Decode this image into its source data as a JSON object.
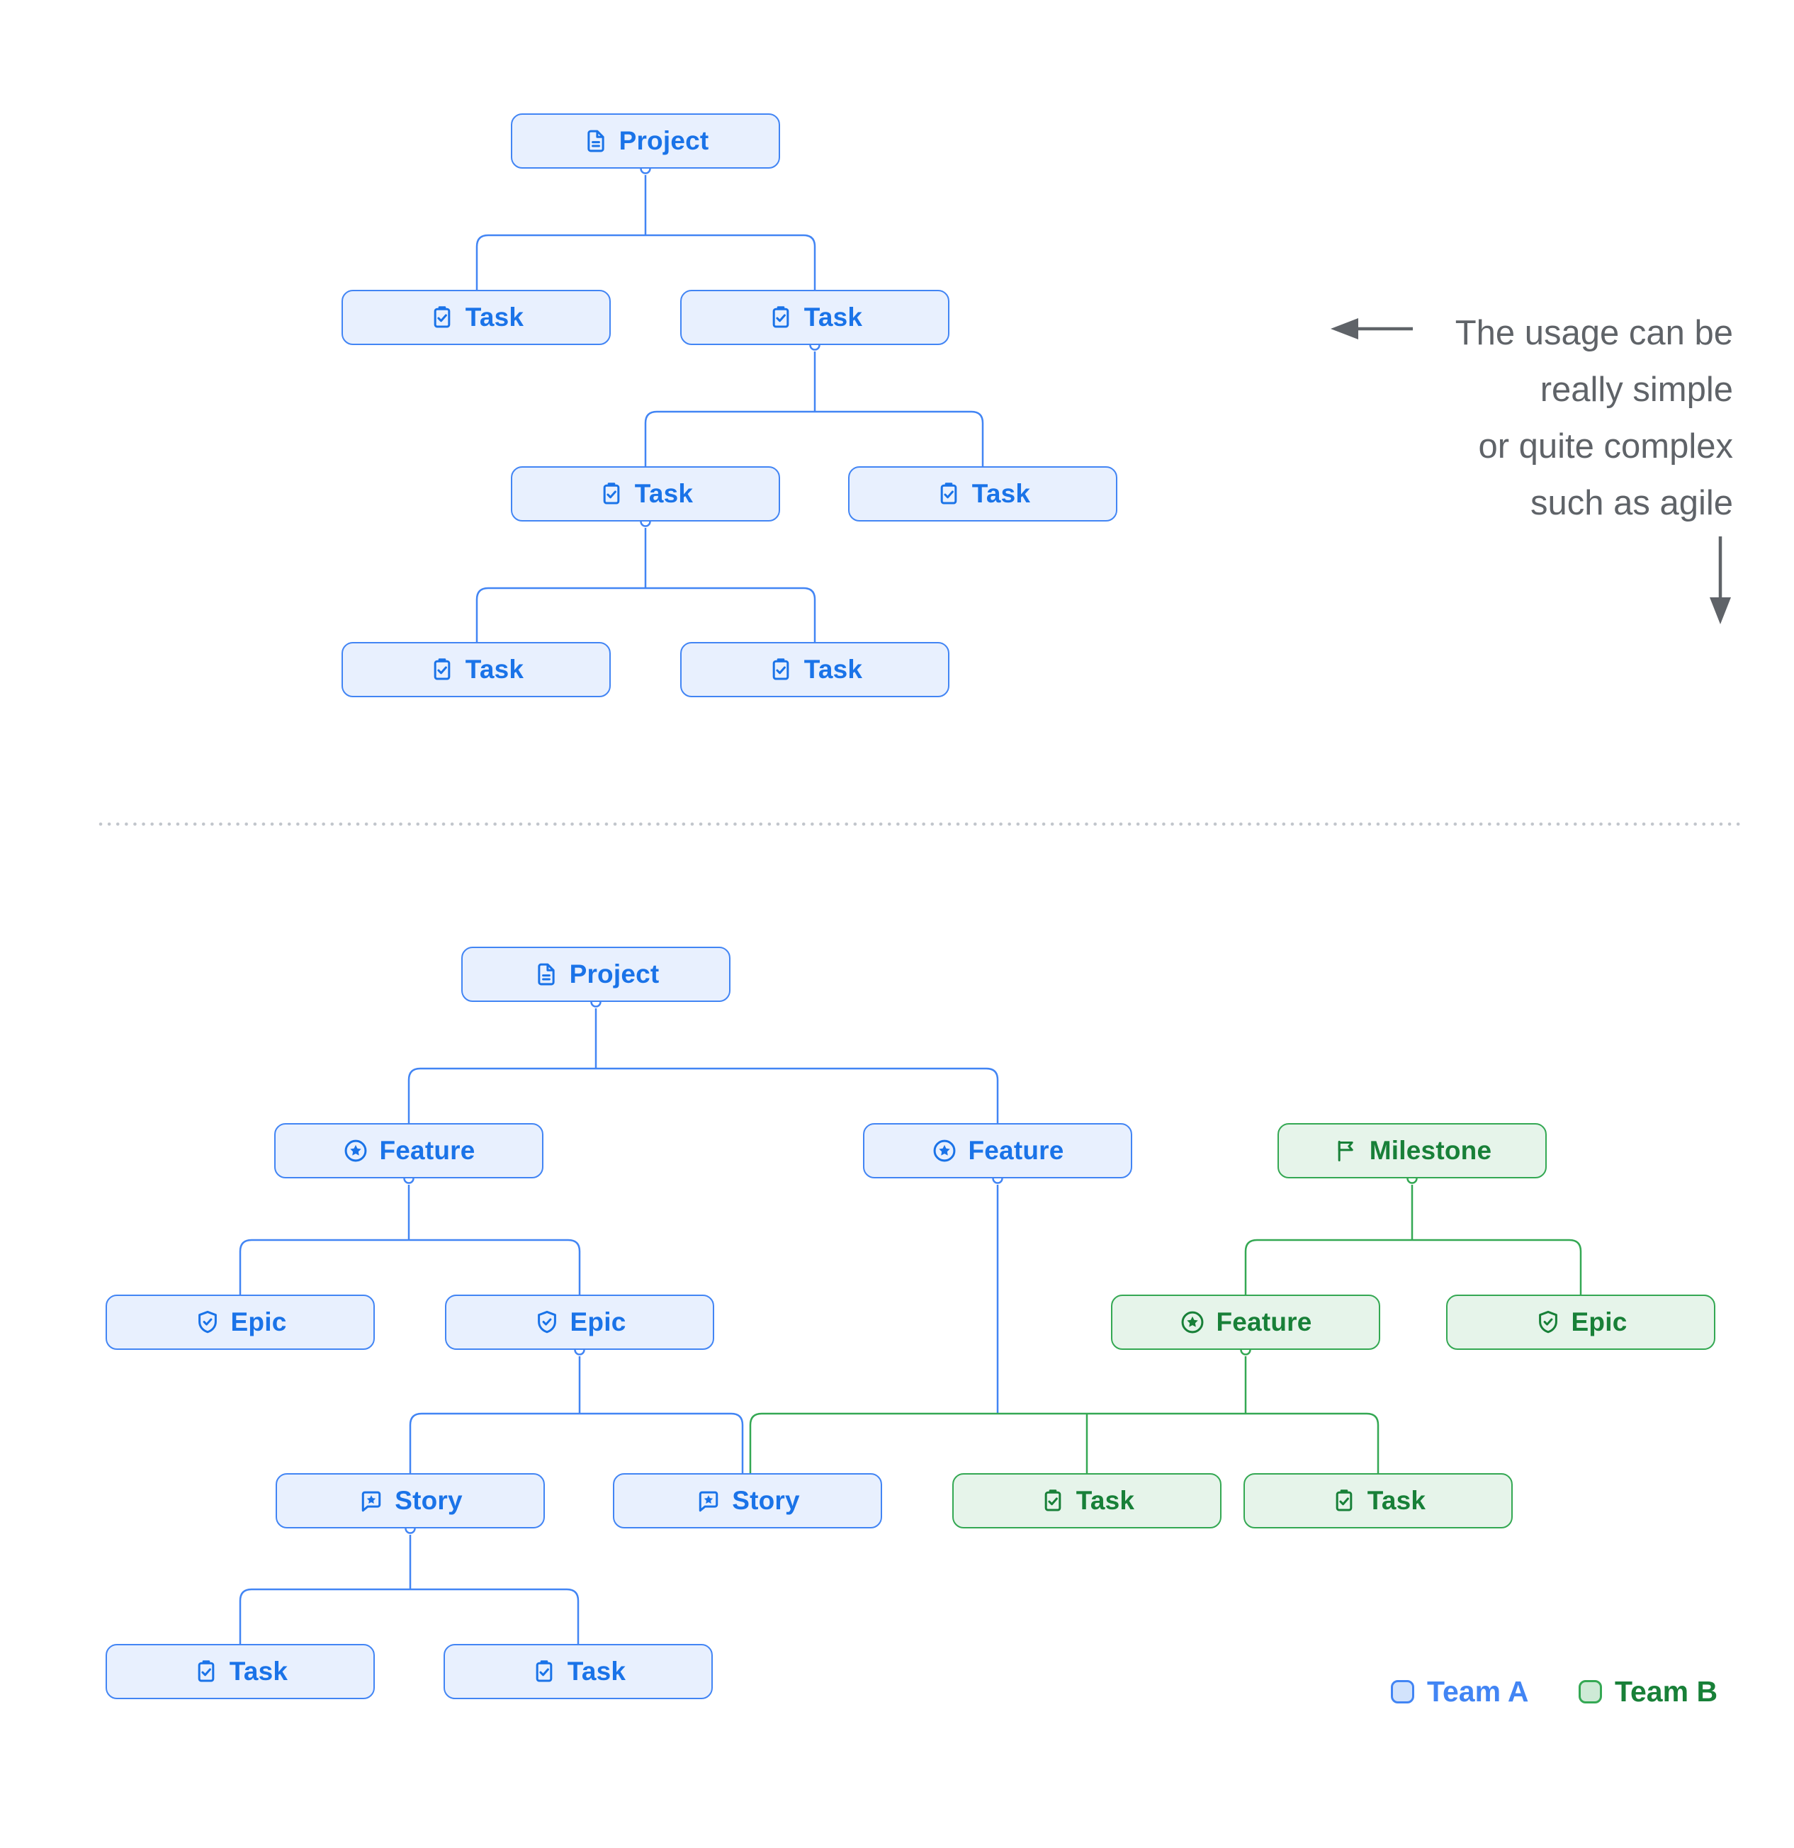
{
  "diagram": {
    "title_hint": "project-hierarchy-illustration",
    "top_tree": {
      "nodes": [
        {
          "type": "project",
          "label": "Project",
          "team": "A"
        },
        {
          "type": "task",
          "label": "Task",
          "team": "A"
        },
        {
          "type": "task",
          "label": "Task",
          "team": "A"
        },
        {
          "type": "task",
          "label": "Task",
          "team": "A"
        },
        {
          "type": "task",
          "label": "Task",
          "team": "A"
        },
        {
          "type": "task",
          "label": "Task",
          "team": "A"
        },
        {
          "type": "task",
          "label": "Task",
          "team": "A"
        }
      ]
    },
    "bottom_tree": {
      "nodes": [
        {
          "type": "project",
          "label": "Project",
          "team": "A"
        },
        {
          "type": "feature",
          "label": "Feature",
          "team": "A"
        },
        {
          "type": "feature",
          "label": "Feature",
          "team": "A"
        },
        {
          "type": "milestone",
          "label": "Milestone",
          "team": "B"
        },
        {
          "type": "epic",
          "label": "Epic",
          "team": "A"
        },
        {
          "type": "epic",
          "label": "Epic",
          "team": "A"
        },
        {
          "type": "feature",
          "label": "Feature",
          "team": "B"
        },
        {
          "type": "epic",
          "label": "Epic",
          "team": "B"
        },
        {
          "type": "story",
          "label": "Story",
          "team": "A"
        },
        {
          "type": "story",
          "label": "Story",
          "team": "A"
        },
        {
          "type": "task",
          "label": "Task",
          "team": "B"
        },
        {
          "type": "task",
          "label": "Task",
          "team": "B"
        },
        {
          "type": "task",
          "label": "Task",
          "team": "A"
        },
        {
          "type": "task",
          "label": "Task",
          "team": "A"
        }
      ]
    }
  },
  "annotation": {
    "line1": "The usage can be",
    "line2": "really simple",
    "line3": "or quite complex",
    "line4": "such as agile"
  },
  "legend": {
    "team_a": {
      "label": "Team A",
      "color": "#4285F4"
    },
    "team_b": {
      "label": "Team B",
      "color": "#34A853"
    }
  },
  "palette": {
    "team_a_fill": "#E8F0FE",
    "team_a_border": "#4285F4",
    "team_a_text": "#1A73E8",
    "team_b_fill": "#E6F4EA",
    "team_b_border": "#34A853",
    "team_b_text": "#188038",
    "annotation_color": "#5F6368",
    "divider_color": "#C2C6CC"
  },
  "icons": {
    "project": "document-icon",
    "task": "clipboard-check-icon",
    "feature": "star-circle-icon",
    "epic": "shield-check-icon",
    "story": "story-bubble-icon",
    "milestone": "flag-icon"
  }
}
